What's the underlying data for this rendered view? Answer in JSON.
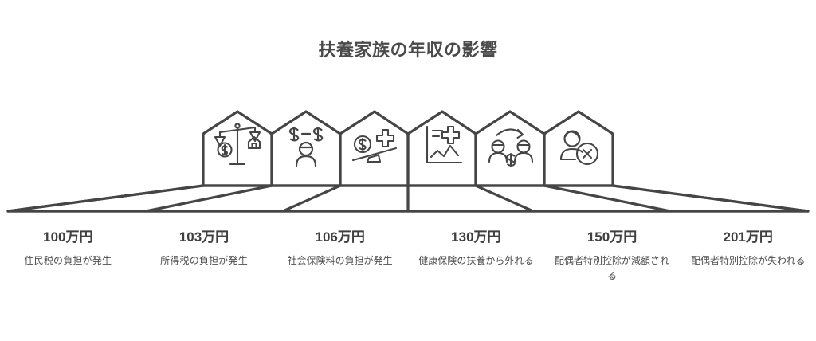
{
  "page": {
    "title": "扶養家族の年収の影響",
    "stroke_color": "#454545",
    "text_color": "#4a4a4a",
    "background_color": "#ffffff"
  },
  "milestones": [
    {
      "amount": "100万円",
      "description": "住民税の負担が発生",
      "icon": "scale-money-house-icon"
    },
    {
      "amount": "103万円",
      "description": "所得税の負担が発生",
      "icon": "person-money-minus-icon"
    },
    {
      "amount": "106万円",
      "description": "社会保険料の負担が発生",
      "icon": "seesaw-coin-medical-cross-icon"
    },
    {
      "amount": "130万円",
      "description": "健康保険の扶養から外れる",
      "icon": "chart-medical-cross-icon"
    },
    {
      "amount": "150万円",
      "description": "配偶者特別控除が減額される",
      "icon": "two-people-money-transfer-icon"
    },
    {
      "amount": "201万円",
      "description": "配偶者特別控除が失われる",
      "icon": "person-x-mark-icon"
    }
  ]
}
